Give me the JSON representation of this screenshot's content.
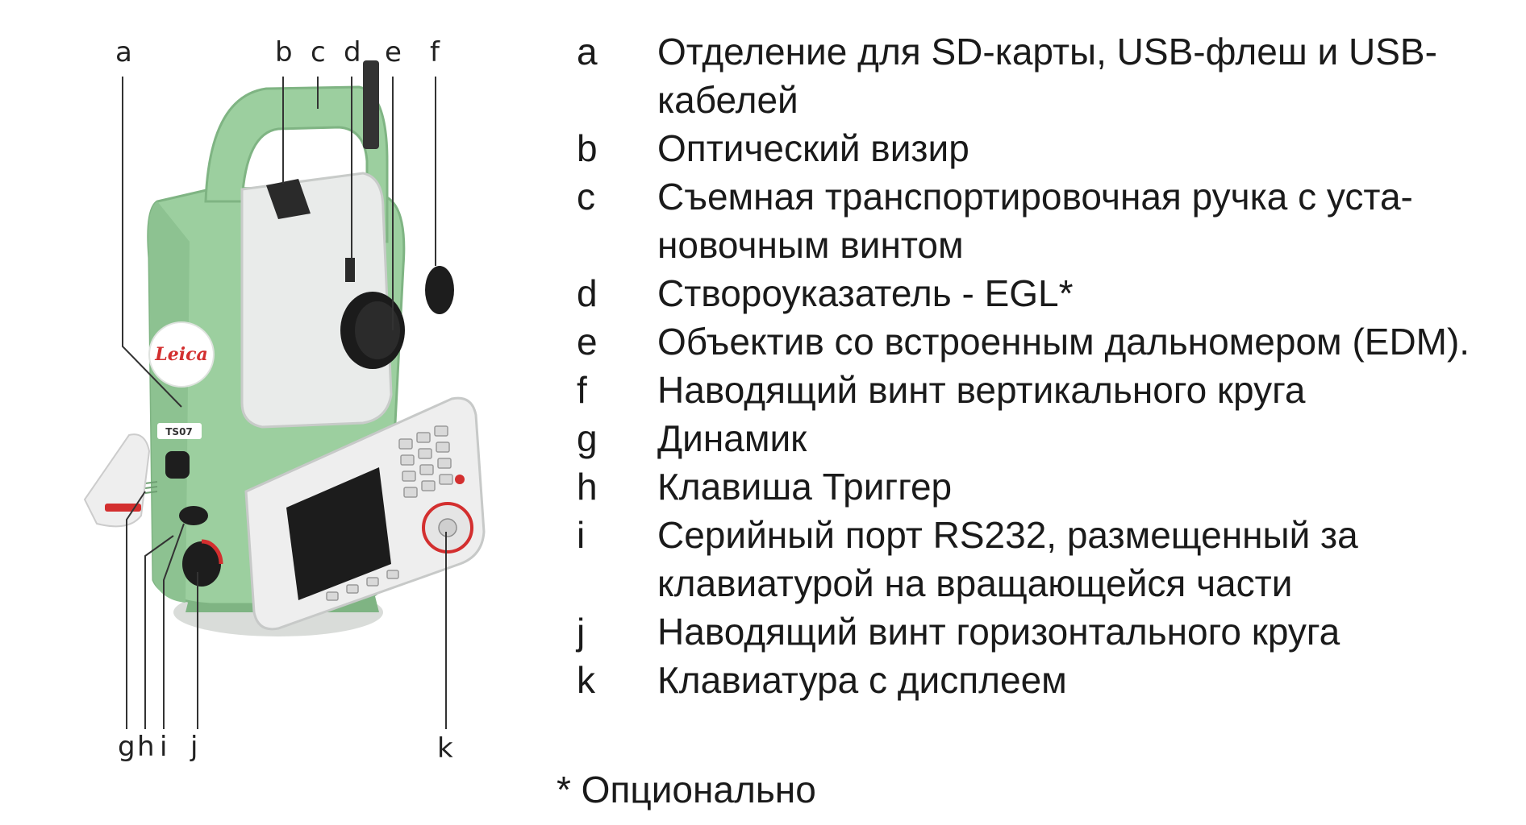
{
  "callouts": {
    "a": "a",
    "b": "b",
    "c": "c",
    "d": "d",
    "e": "e",
    "f": "f",
    "g": "g",
    "h": "h",
    "i": "i",
    "j": "j",
    "k": "k"
  },
  "legend": [
    {
      "key": "a",
      "text": "Отделение для SD-карты, USB-флеш и USB-кабелей"
    },
    {
      "key": "b",
      "text": "Оптический визир"
    },
    {
      "key": "c",
      "text": "Съемная транспортировочная ручка с уста-новочным винтом"
    },
    {
      "key": "d",
      "text": "Створоуказатель - EGL*"
    },
    {
      "key": "e",
      "text": "Объектив со встроенным дальномером (EDM)."
    },
    {
      "key": "f",
      "text": "Наводящий винт вертикального круга"
    },
    {
      "key": "g",
      "text": "Динамик"
    },
    {
      "key": "h",
      "text": "Клавиша Триггер"
    },
    {
      "key": "i",
      "text": "Серийный порт RS232, размещенный за клавиатурой на вращающейся части"
    },
    {
      "key": "j",
      "text": "Наводящий винт горизонтального круга"
    },
    {
      "key": "k",
      "text": "Клавиатура с дисплеем"
    }
  ],
  "footnote": "* Опционально",
  "device": {
    "brand_logo": "Leica",
    "model_badge": "TS07"
  },
  "colors": {
    "body_green": "#9ccf9f",
    "body_green_dark": "#7fb483",
    "housing_white": "#e9ebea",
    "keypad_white": "#eeeeee",
    "screen": "#1c1c1c",
    "accent_red": "#d32f2f",
    "lens_black": "#1b1b1b"
  }
}
